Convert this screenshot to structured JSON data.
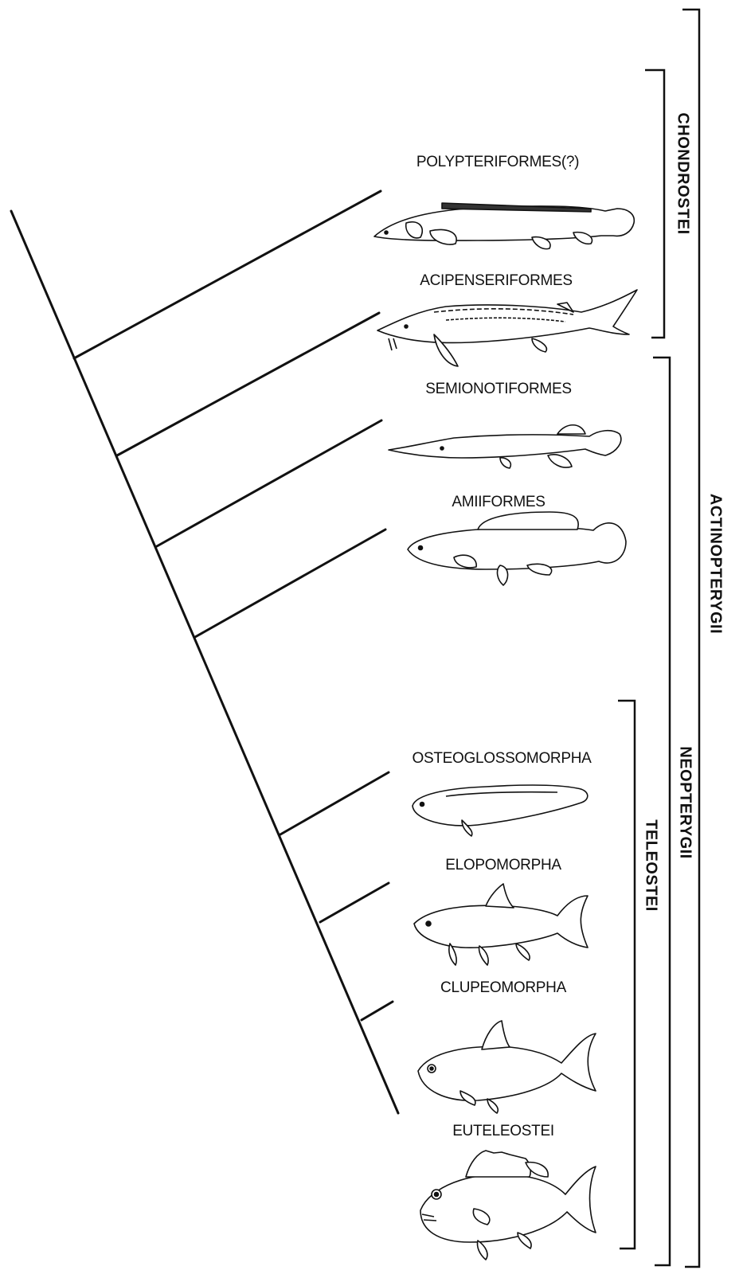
{
  "taxa": [
    {
      "name": "POLYPTERIFORMES(?)",
      "icon": "bichir-fish-icon"
    },
    {
      "name": "ACIPENSERIFORMES",
      "icon": "sturgeon-fish-icon"
    },
    {
      "name": "SEMIONOTIFORMES",
      "icon": "gar-fish-icon"
    },
    {
      "name": "AMIIFORMES",
      "icon": "bowfin-fish-icon"
    },
    {
      "name": "OSTEOGLOSSOMORPHA",
      "icon": "bonytongue-fish-icon"
    },
    {
      "name": "ELOPOMORPHA",
      "icon": "tarpon-fish-icon"
    },
    {
      "name": "CLUPEOMORPHA",
      "icon": "herring-fish-icon"
    },
    {
      "name": "EUTELEOSTEI",
      "icon": "perch-fish-icon"
    }
  ],
  "groups": {
    "chondrostei": "CHONDROSTEI",
    "teleostei": "TELEOSTEI",
    "neopterygii": "NEOPTERYGII",
    "actinopterygii": "ACTINOPTERYGII"
  },
  "line_color": "#111111"
}
